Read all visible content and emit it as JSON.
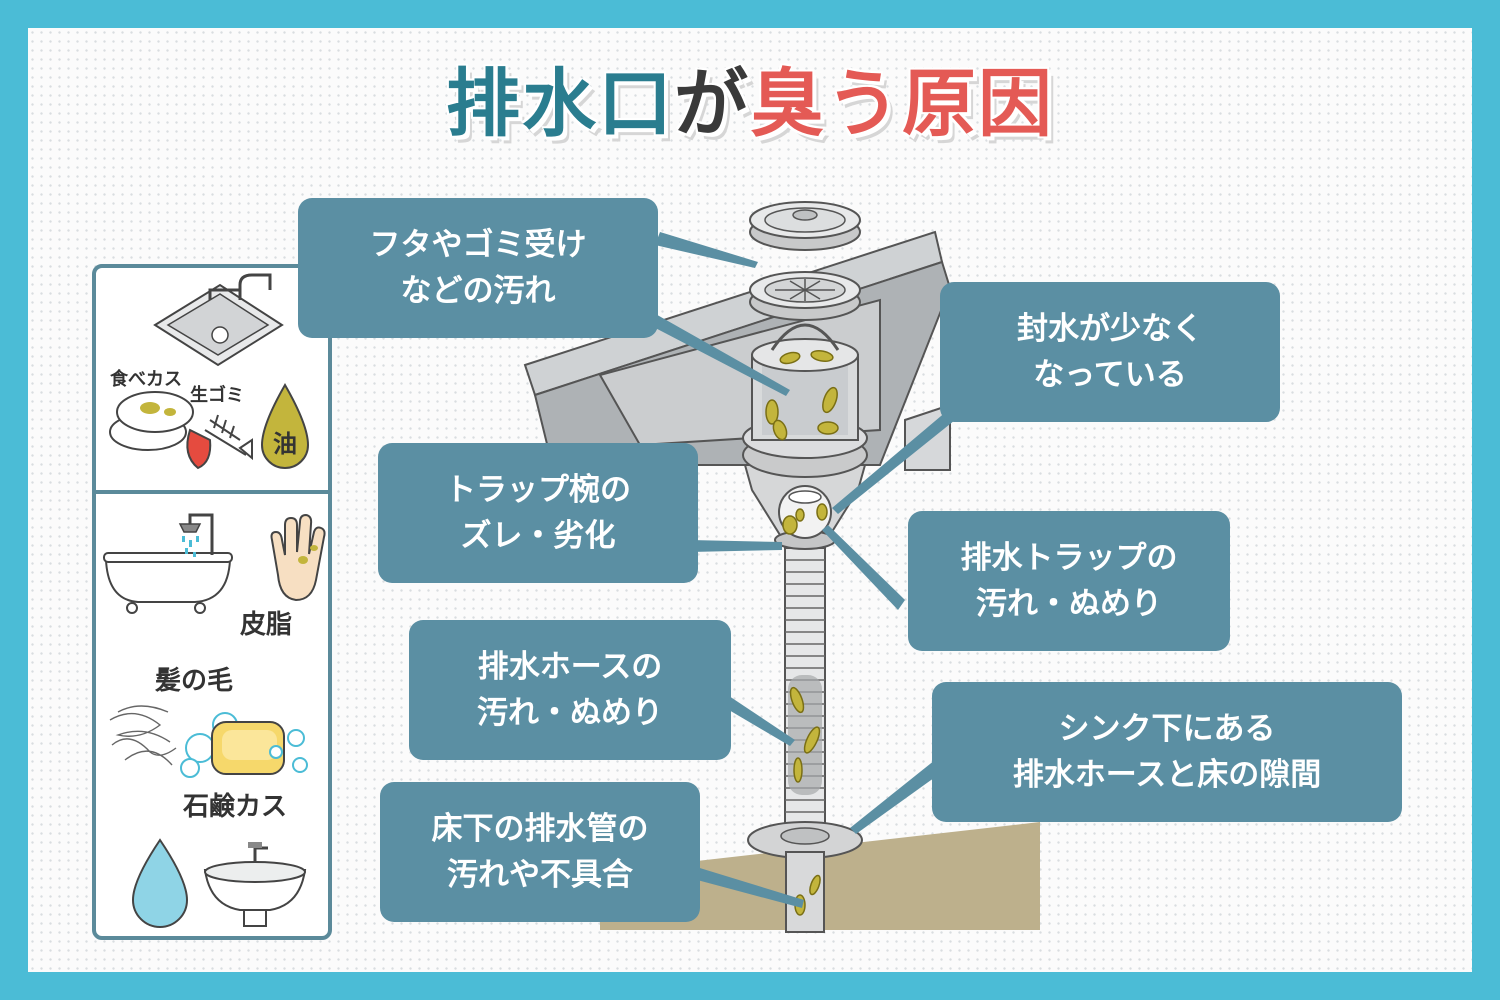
{
  "title": {
    "part1": "排水口",
    "part2": "が",
    "part3": "臭う原因"
  },
  "panel": {
    "labels": {
      "food_scraps": "食べカス",
      "garbage": "生ゴミ",
      "oil": "油",
      "sebum": "皮脂",
      "hair": "髪の毛",
      "soap_scum": "石鹸カス"
    }
  },
  "callouts": {
    "lid": {
      "line1": "フタやゴミ受け",
      "line2": "などの汚れ"
    },
    "seal_water": {
      "line1": "封水が少なく",
      "line2": "なっている"
    },
    "trap_bowl": {
      "line1": "トラップ椀の",
      "line2": "ズレ・劣化"
    },
    "drain_trap": {
      "line1": "排水トラップの",
      "line2": "汚れ・ぬめり"
    },
    "drain_hose": {
      "line1": "排水ホースの",
      "line2": "汚れ・ぬめり"
    },
    "hose_gap": {
      "line1": "シンク下にある",
      "line2": "排水ホースと床の隙間"
    },
    "floor_pipe": {
      "line1": "床下の排水管の",
      "line2": "汚れや不具合"
    }
  },
  "colors": {
    "background": "#4bbcd6",
    "callout": "#5b8fa3",
    "title_teal": "#2a7d8f",
    "title_red": "#e45a55",
    "dirt": "#c3b53c",
    "floor": "#bdb08c"
  }
}
